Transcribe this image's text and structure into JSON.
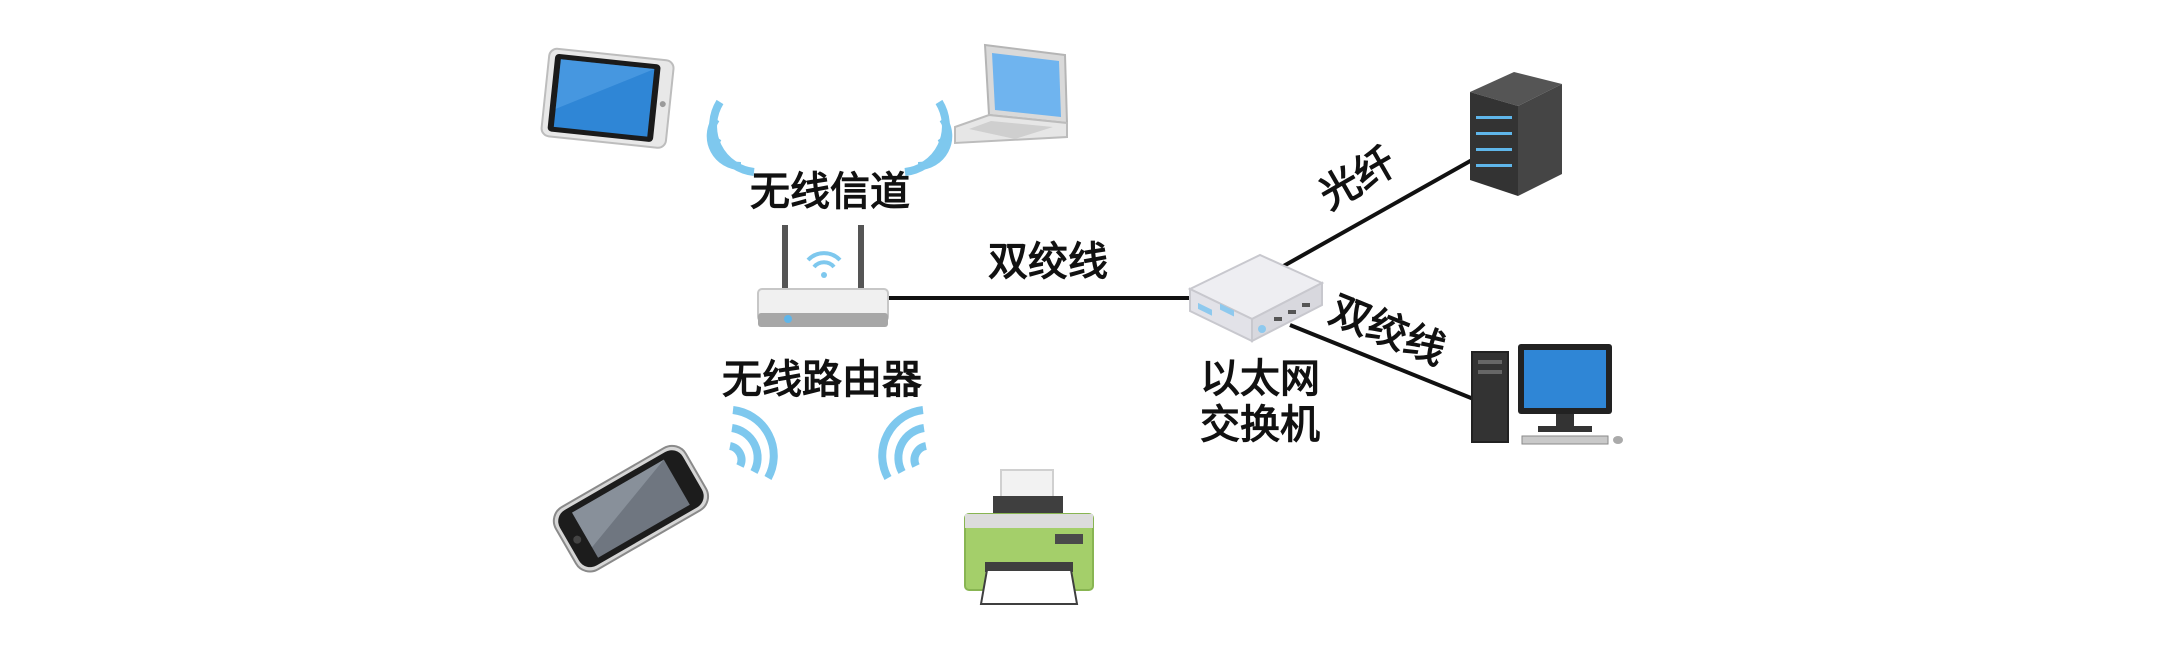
{
  "labels": {
    "wireless_channel": "无线信道",
    "wireless_router": "无线路由器",
    "twisted_pair_router_switch": "双绞线",
    "fiber": "光纤",
    "twisted_pair_switch_pc": "双绞线",
    "ethernet_switch_line1": "以太网",
    "ethernet_switch_line2": "交换机"
  },
  "colors": {
    "wifi_blue": "#7ec8ee",
    "screen_blue": "#2f86d6",
    "printer_green": "#a4cf6a",
    "server_dark": "#3a3a3a",
    "server_led": "#5fb6ea",
    "line": "#111111"
  },
  "icons": [
    "tablet-icon",
    "laptop-icon",
    "wireless-router-icon",
    "smartphone-icon",
    "printer-icon",
    "ethernet-switch-icon",
    "server-icon",
    "desktop-computer-icon"
  ]
}
